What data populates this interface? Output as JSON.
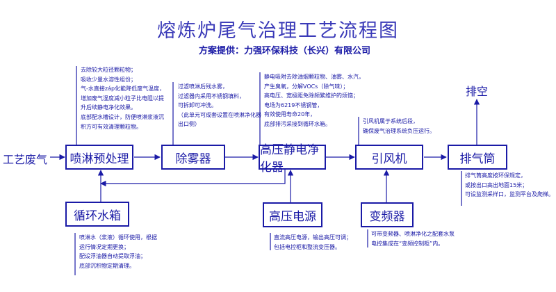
{
  "title": "熔炼炉尾气治理工艺流程图",
  "subtitle": "方案提供：力强环保科技（长兴）有限公司",
  "input_label": "工艺废气",
  "exhaust_label": "排空",
  "boxes": {
    "spray": "喷淋预处理",
    "demist": "除雾器",
    "esp": "高压静电净化器",
    "fan": "引风机",
    "stack": "排气筒",
    "tank": "循环水箱",
    "power": "高压电源",
    "vfd": "变频器"
  },
  "notes": {
    "spray": [
      "去除较大粒径颗粒物；",
      "吸收少量水溶性组份；",
      "气-水直接záp化能降低废气温度，",
      "增加废气湿度减小粒子比电阻以提",
      "升后续静电净化效果。",
      "底部配水槽设计，防便喷淋浆液沉",
      "积方可有效清理颗粒物。"
    ],
    "demist": [
      "过滤喷淋后残水雾，",
      "过滤器内采用不锈钢填料，",
      "可拆卸可冲洗。",
      "（此单元可成套设置在喷淋净化器",
      "出口侧）"
    ],
    "esp": [
      "静电吸附去除油烟颗粒物、油雾、水汽，",
      "产生臭氧，分解VOCs（除气味）；",
      "高电压、宽极距免除频繁维护的烦恼；",
      "电场为6219不锈钢管，",
      "有效使用寿命20年，",
      "底部排污采接到循环水箱。"
    ],
    "fan": [
      "引风机属于系统后段，",
      "确保废气治理系统负压运行。"
    ],
    "stack": [
      "排气筒高度按环保规定，",
      "或按出口高出地面15米；",
      "可设监测采样口，监测平台及爬梯。"
    ],
    "tank": [
      "喷淋水（浆液）循环使用，根据",
      "运行情况定期更换；",
      "配设浮油器自动提取浮油；",
      "底部沉积物定期清理。"
    ],
    "power": [
      "直流高压电源，输出高压可调；",
      "包括电控柜和整流变压器。"
    ],
    "vfd": [
      "可带变频器、喷淋净化之配套水泵",
      "电控集成在“变频控制柜”内。"
    ]
  }
}
